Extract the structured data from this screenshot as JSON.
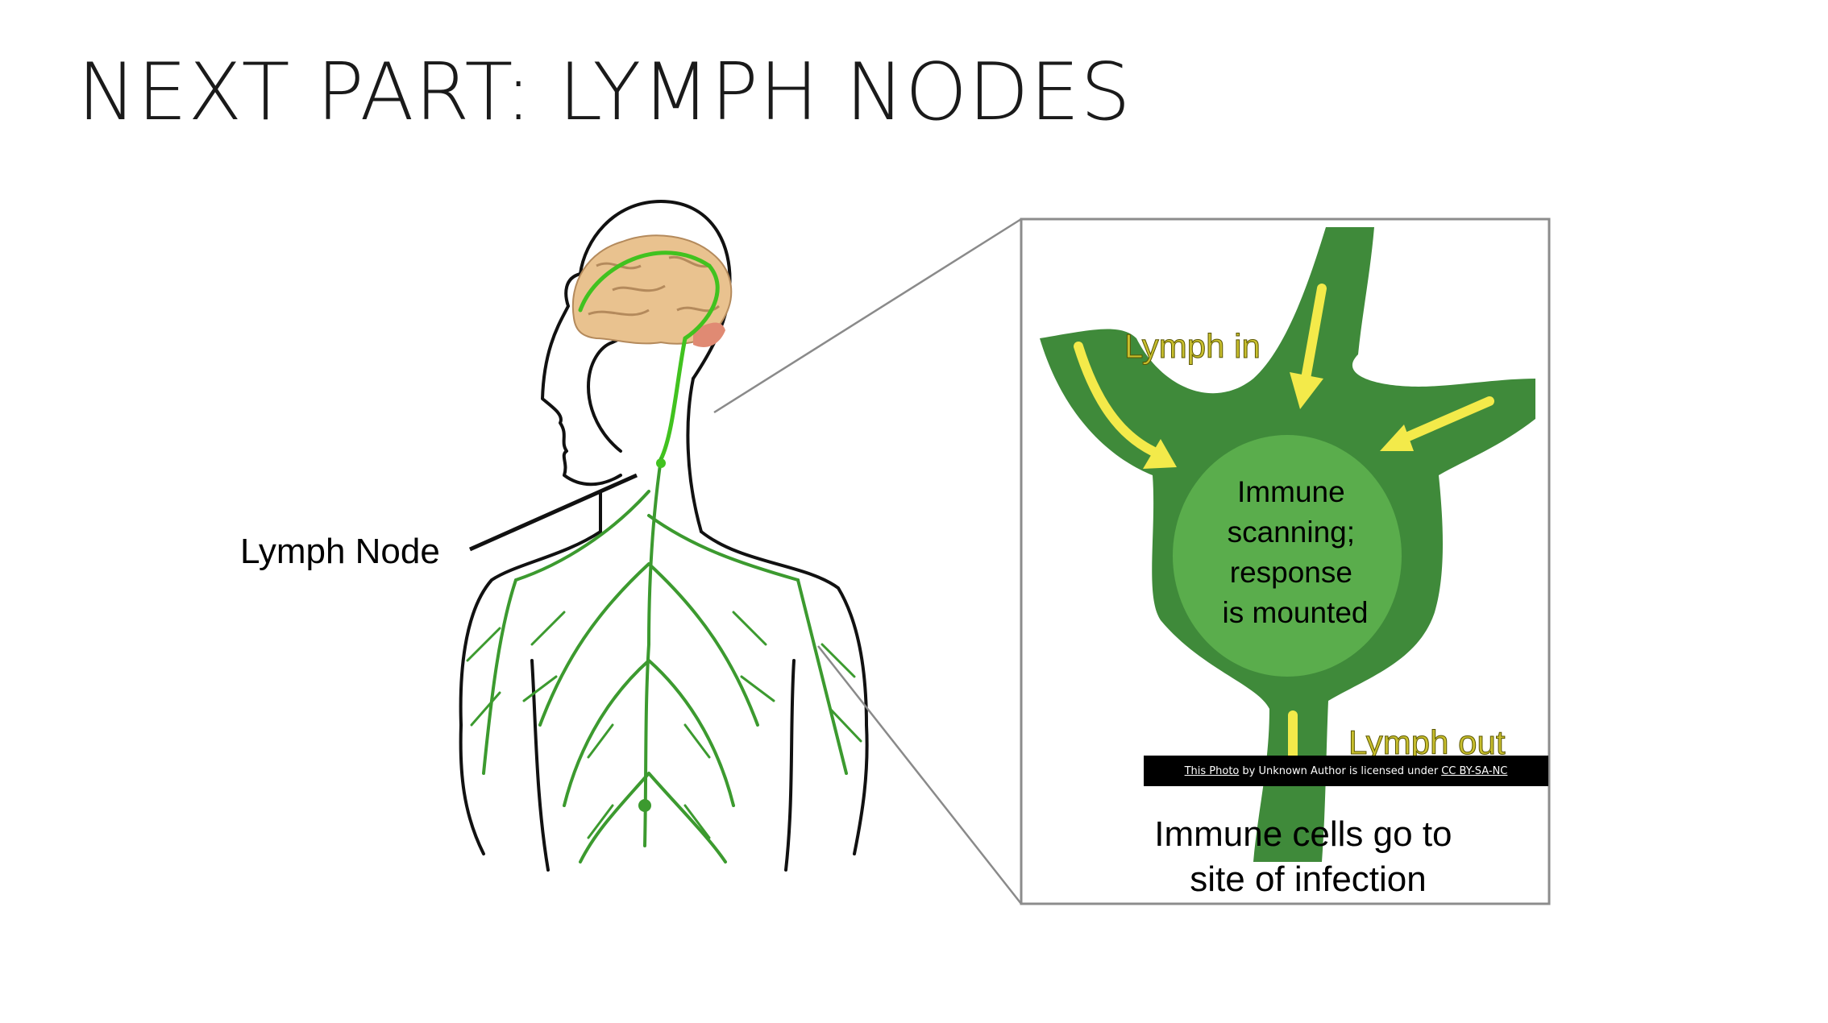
{
  "slide": {
    "title": "NEXT PART: LYMPH NODES"
  },
  "body_figure": {
    "callout_label": "Lymph Node"
  },
  "node_diagram": {
    "lymph_in_label": "Lymph in",
    "lymph_out_label": "Lymph out",
    "center_lines": [
      "Immune",
      "scanning;",
      "response",
      "is mounted"
    ],
    "bottom_lines": [
      "Immune cells go to",
      "site of infection"
    ]
  },
  "credit": {
    "photo_link": "This Photo",
    "middle_text": "by Unknown Author is licensed under",
    "license_link": "CC BY-SA-NC"
  },
  "colors": {
    "vessel_dark": "#3f8a3a",
    "node_core": "#5aad4c",
    "arrow_yellow": "#f3ea4a",
    "label_olive": "#c8bf2e"
  }
}
